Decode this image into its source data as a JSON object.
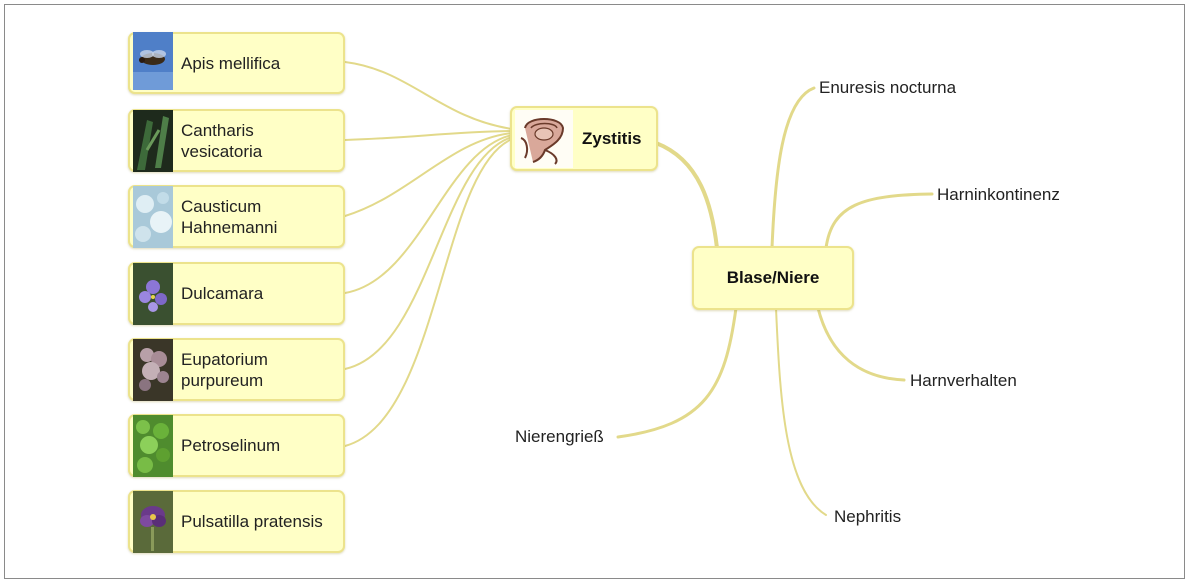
{
  "center": {
    "label": "Blase/Niere"
  },
  "zystitis": {
    "label": "Zystitis",
    "icon": "bladder-illustration-icon"
  },
  "remedies": [
    {
      "label": "Apis mellifica",
      "icon": "bee-photo-icon"
    },
    {
      "label": "Cantharis vesicatoria",
      "line1": "Cantharis",
      "line2": "vesicatoria",
      "icon": "beetle-photo-icon"
    },
    {
      "label": "Causticum Hahnemanni",
      "line1": "Causticum",
      "line2": "Hahnemanni",
      "icon": "mineral-photo-icon"
    },
    {
      "label": "Dulcamara",
      "icon": "purple-flower-photo-icon"
    },
    {
      "label": "Eupatorium purpureum",
      "line1": "Eupatorium",
      "line2": "purpureum",
      "icon": "flower-cluster-photo-icon"
    },
    {
      "label": "Petroselinum",
      "icon": "parsley-photo-icon"
    },
    {
      "label": "Pulsatilla pratensis",
      "icon": "pasqueflower-photo-icon"
    }
  ],
  "branches": {
    "enuresis": "Enuresis nocturna",
    "harninkontinenz": "Harninkontinenz",
    "harnverhalten": "Harnverhalten",
    "nephritis": "Nephritis",
    "nierengriess": "Nierengrieß"
  },
  "colors": {
    "node_fill": "#ffffc6",
    "node_border": "#ece38c",
    "link": "#e2d98a",
    "text": "#222222"
  }
}
